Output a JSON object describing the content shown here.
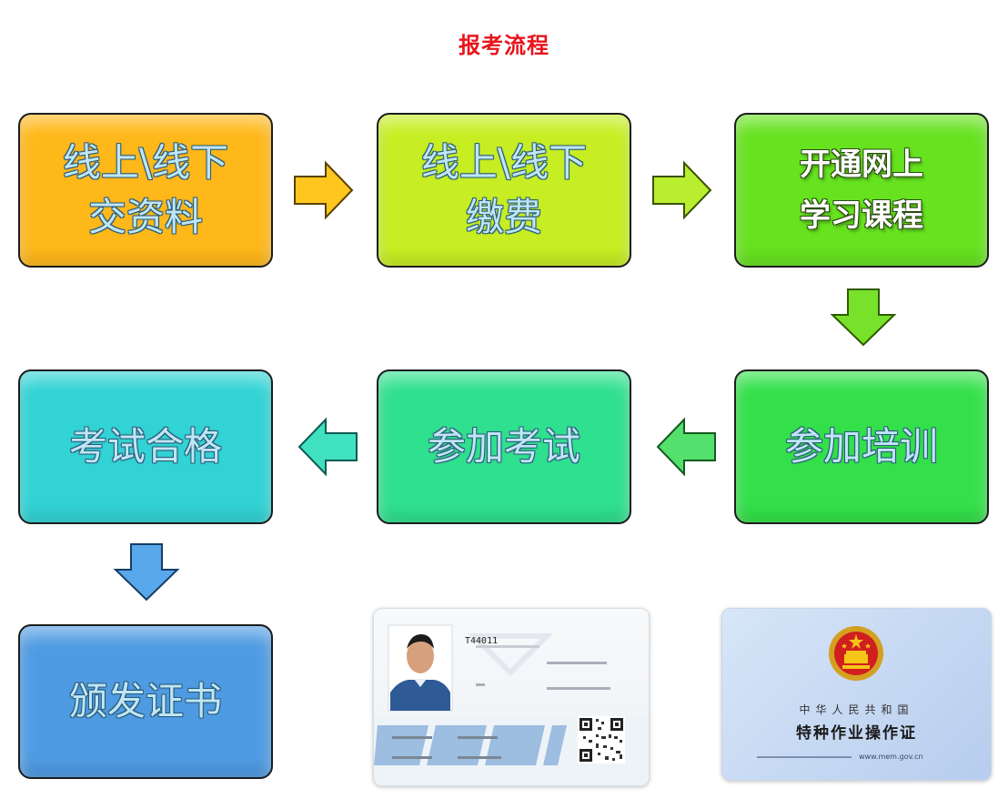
{
  "title": "报考流程",
  "steps": [
    {
      "label": "线上\\线下\n交资料",
      "color": "#ffb81a"
    },
    {
      "label": "线上\\线下\n缴费",
      "color": "#c6ee22"
    },
    {
      "label": "开通网上\n学习课程",
      "color": "#66e21f"
    },
    {
      "label": "参加培训",
      "color": "#33e04a"
    },
    {
      "label": "参加考试",
      "color": "#2fe08f"
    },
    {
      "label": "考试合格",
      "color": "#31d3d4"
    },
    {
      "label": "颁发证书",
      "color": "#4f9be3"
    }
  ],
  "id_card": {
    "number": "T44011",
    "qr_icon": "qr-code-icon"
  },
  "certificate": {
    "country": "中华人民共和国",
    "name": "特种作业操作证",
    "footer": "www.mem.gov.cn",
    "emblem_icon": "national-emblem-icon"
  }
}
